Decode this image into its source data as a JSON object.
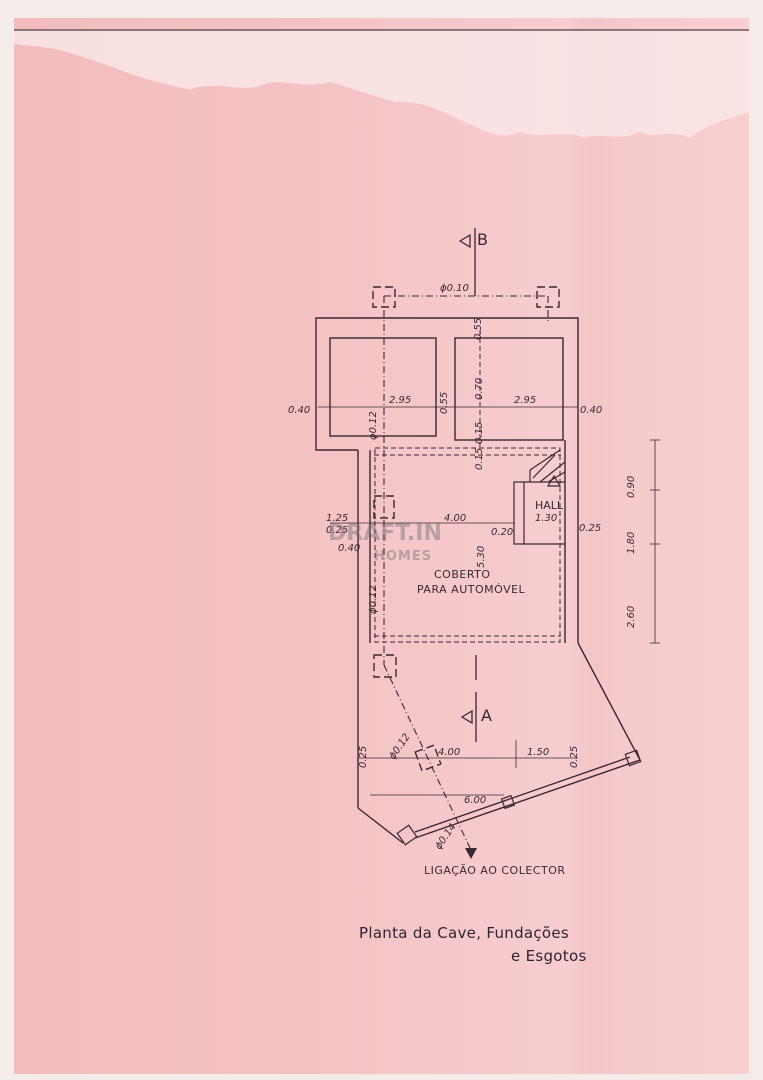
{
  "section_markers": {
    "top": "B",
    "bottom": "A"
  },
  "pipes": {
    "top": "ϕ0.10",
    "left_upper": "ϕ0.12",
    "left_middle": "ϕ0.12",
    "diag_upper": "ϕ0.12",
    "diag_lower": "ϕ0.14"
  },
  "dimensions": {
    "room_left_width": "2.95",
    "room_right_width": "2.95",
    "wall_between": "0.55",
    "top_wall": "0.55",
    "room_height": "0.70",
    "left_edge": "0.40",
    "right_edge": "0.40",
    "slab": "0.15",
    "slab2": "0.15",
    "left_125": "1.25",
    "left_025": "0.25",
    "left_040": "0.40",
    "garage_width": "4.00",
    "garage_depth": "5.30",
    "hall_020": "0.20",
    "hall_width": "1.30",
    "right_025": "0.25",
    "right_090": "0.90",
    "right_180": "1.80",
    "right_260": "2.60",
    "front_left_025": "0.25",
    "front_400": "4.00",
    "front_150": "1.50",
    "front_right_025": "0.25",
    "front_600": "6.00"
  },
  "rooms": {
    "hall": "HALL",
    "garage_line1": "COBERTO",
    "garage_line2": "PARA AUTOMÓVEL"
  },
  "watermark": {
    "line1": "DRAFT.IN",
    "line2": "HOMES"
  },
  "collector_label": "LIGAÇÃO AO COLECTOR",
  "title": {
    "line1": "Planta da Cave, Fundações",
    "line2": "e Esgotos"
  }
}
